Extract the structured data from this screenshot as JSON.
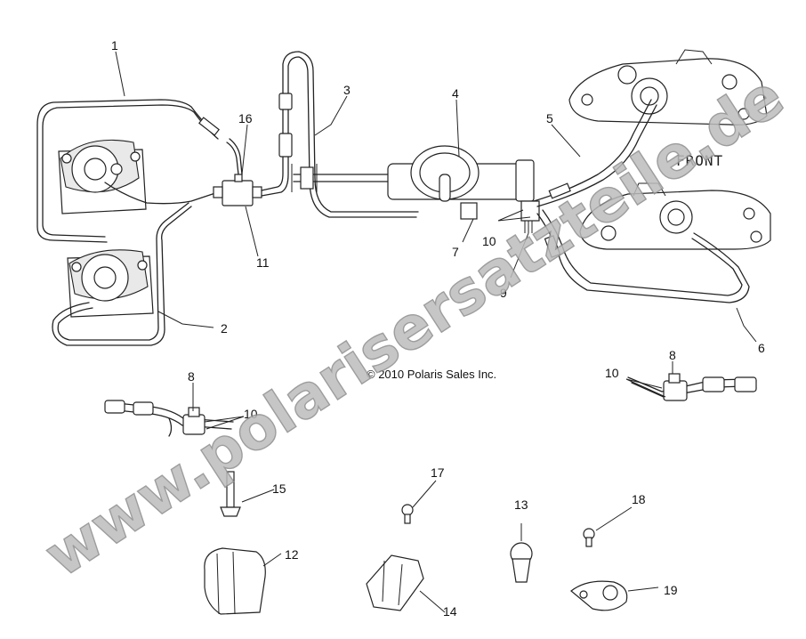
{
  "callouts": [
    "1",
    "2",
    "3",
    "4",
    "5",
    "6",
    "7",
    "8",
    "9",
    "10",
    "11",
    "12",
    "13",
    "14",
    "15",
    "16",
    "17",
    "18",
    "19"
  ],
  "callout_dup": {
    "c8b": "8",
    "c10b": "10",
    "c10c": "10"
  },
  "front_label": "FRONT",
  "copyright": "© 2010 Polaris Sales Inc.",
  "watermark": "www.polarisersatzteile.de",
  "colors": {
    "line": "#222222",
    "watermark": "#bdbdbd",
    "background": "#ffffff"
  }
}
